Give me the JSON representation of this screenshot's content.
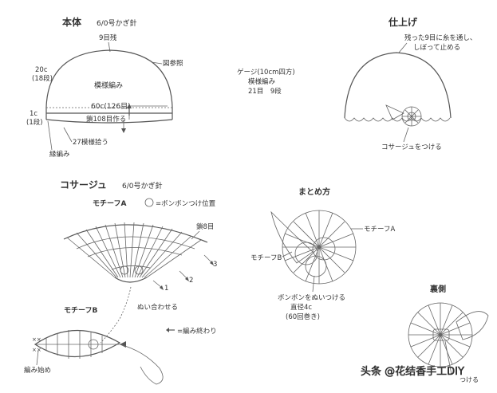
{
  "body_section": {
    "title": "本体",
    "hook": "6/0号かぎ針",
    "top_label": "9目残",
    "ref_label": "図参照",
    "left_rows": "20c",
    "left_rows_sub": "(18段)",
    "pattern": "模様編み",
    "circumference": "60c(126目)",
    "chain": "鎖108目作る",
    "edge_rows": "1c",
    "edge_rows_sub": "(1段)",
    "pick_up": "27模様拾う",
    "edge_name": "縁編み"
  },
  "gauge": {
    "line1": "ゲージ(10cm四方)",
    "line2": "模様編み",
    "line3": "21目　9段"
  },
  "finish": {
    "title": "仕上げ",
    "note_line1": "残った9目に糸を通し、",
    "note_line2": "しぼって止める",
    "corsage_label": "コサージュをつける"
  },
  "corsage": {
    "title": "コサージュ",
    "hook": "6/0号かぎ針",
    "motif_a": "モチーフA",
    "pompom_legend": "=ボンボンつけ位置",
    "chain8": "鎖8目",
    "row1": "1",
    "row2": "2",
    "row3": "3",
    "sew": "ぬい合わせる",
    "motif_b": "モチーフB",
    "end_legend": "=編み終わり",
    "start": "編み始め"
  },
  "assembly": {
    "title": "まとめ方",
    "motif_a": "モチーフA",
    "motif_b": "モチーフB",
    "pompom_line1": "ボンボンをぬいつける",
    "pompom_line2": "直径4c",
    "pompom_line3": "(60回巻き)"
  },
  "back": {
    "title": "裏側",
    "attach": "つける"
  },
  "watermark": "头条 @花结香手工DIY"
}
